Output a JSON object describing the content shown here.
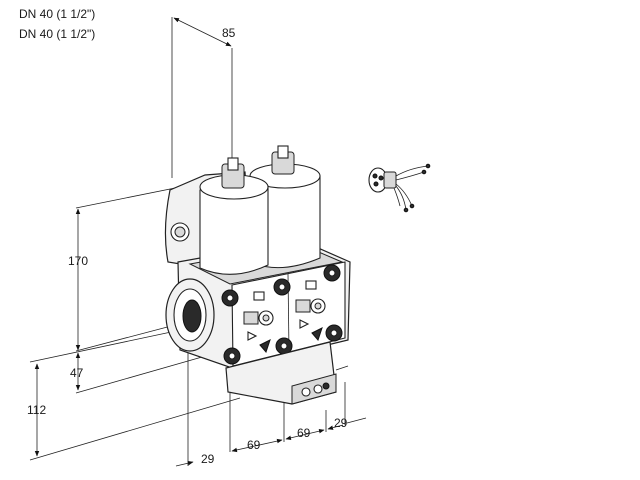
{
  "captions": {
    "line1": "DN 40 (1 1/2\")",
    "line2": "DN 40 (1 1/2\")"
  },
  "dimensions": {
    "top_width": "85",
    "height_total": "170",
    "height_inlet": "47",
    "depth": "112",
    "left_offset": "29",
    "module_width_1": "69",
    "module_width_2": "69",
    "right_offset": "29"
  },
  "colors": {
    "line": "#222222",
    "fill_body": "#f2f2f2",
    "fill_dark": "#2a2a2a"
  }
}
